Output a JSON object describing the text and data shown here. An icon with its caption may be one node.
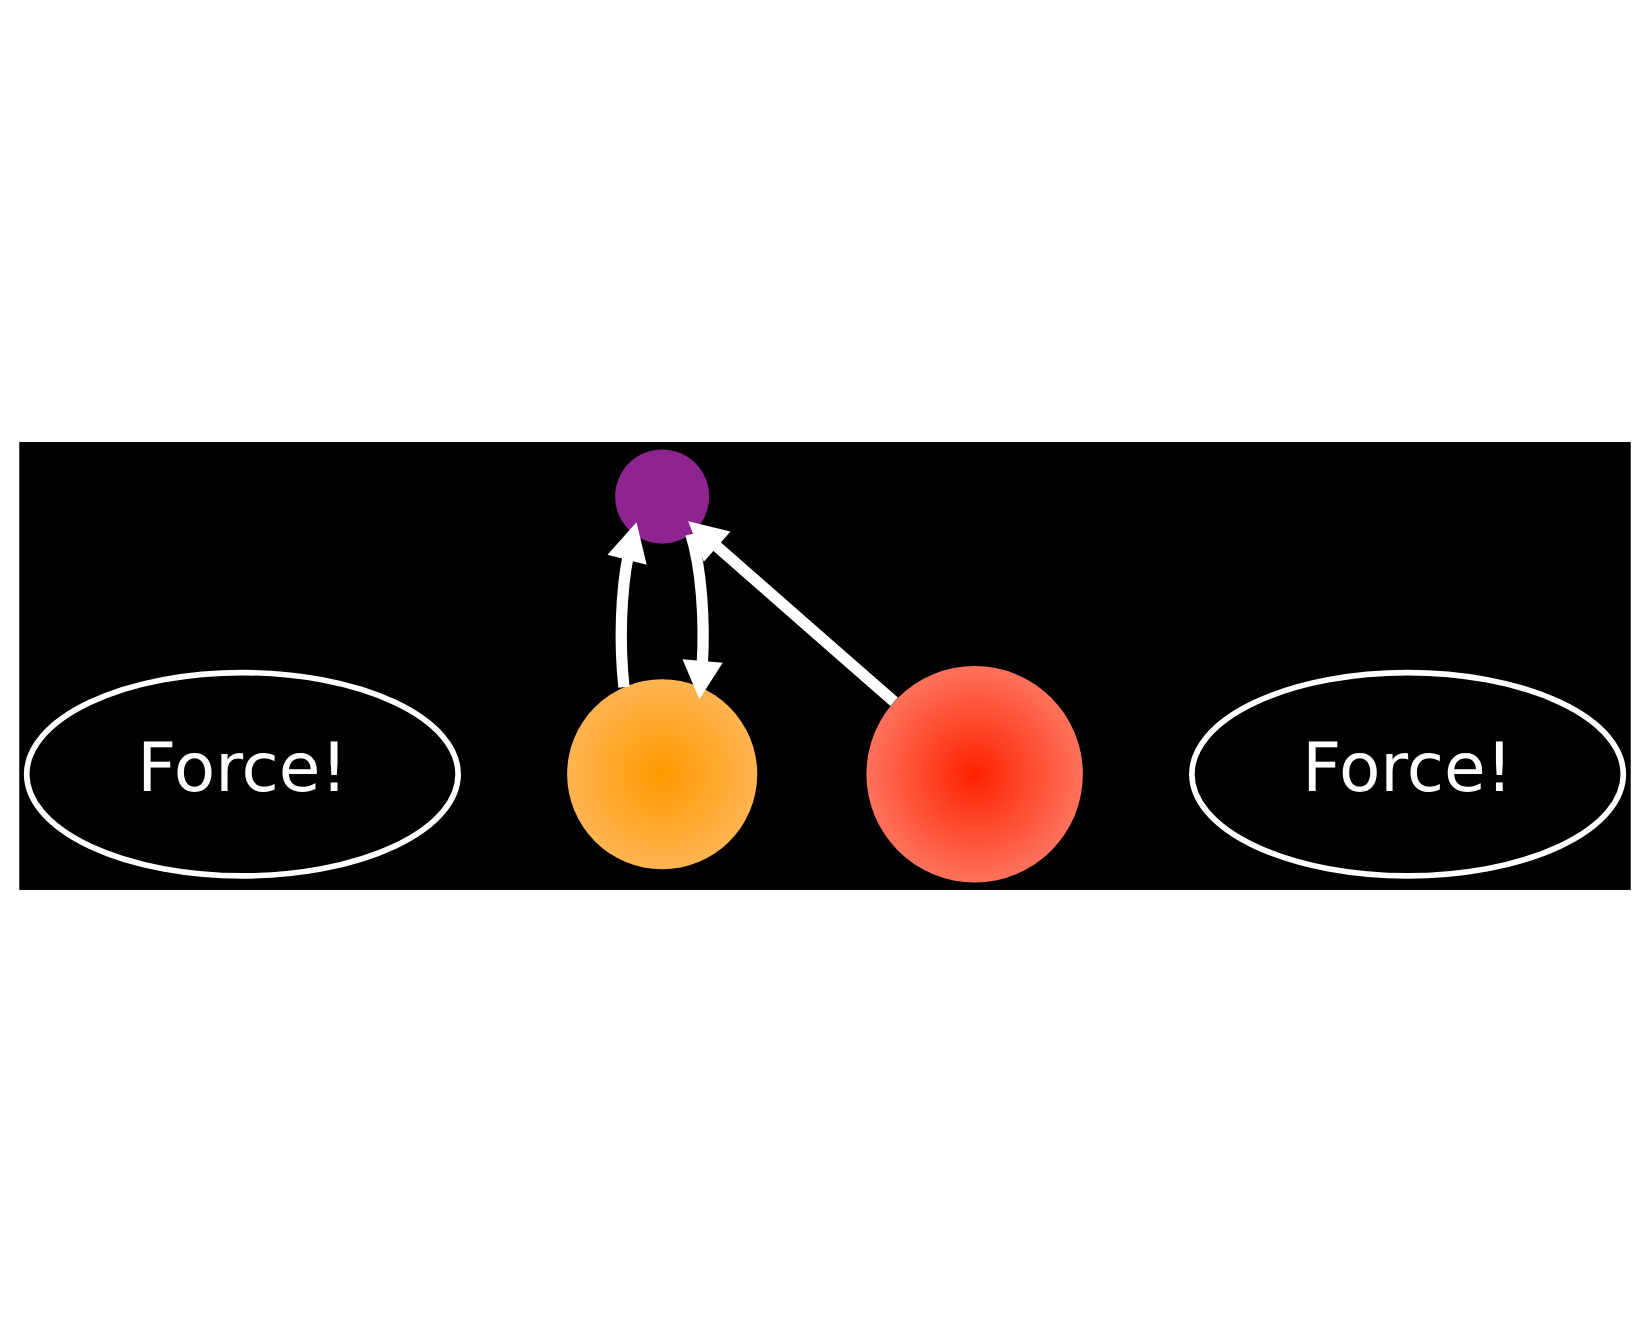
{
  "diagram": {
    "nodes": [
      {
        "text": [
          "Force!"
        ]
      },
      {
        "text": [],
        "shape": "circle"
      },
      {
        "text": [
          "Force!"
        ]
      },
      {
        "text": [],
        "shape": "circle"
      },
      {
        "text": [],
        "shape": "circle"
      }
    ],
    "edges": [
      {
        "from": 4,
        "to": 3,
        "arrow": "to"
      },
      {
        "from": 3,
        "to": 1,
        "arrow": "to"
      },
      {
        "from": 1,
        "to": 3,
        "arrow": "to"
      }
    ]
  }
}
